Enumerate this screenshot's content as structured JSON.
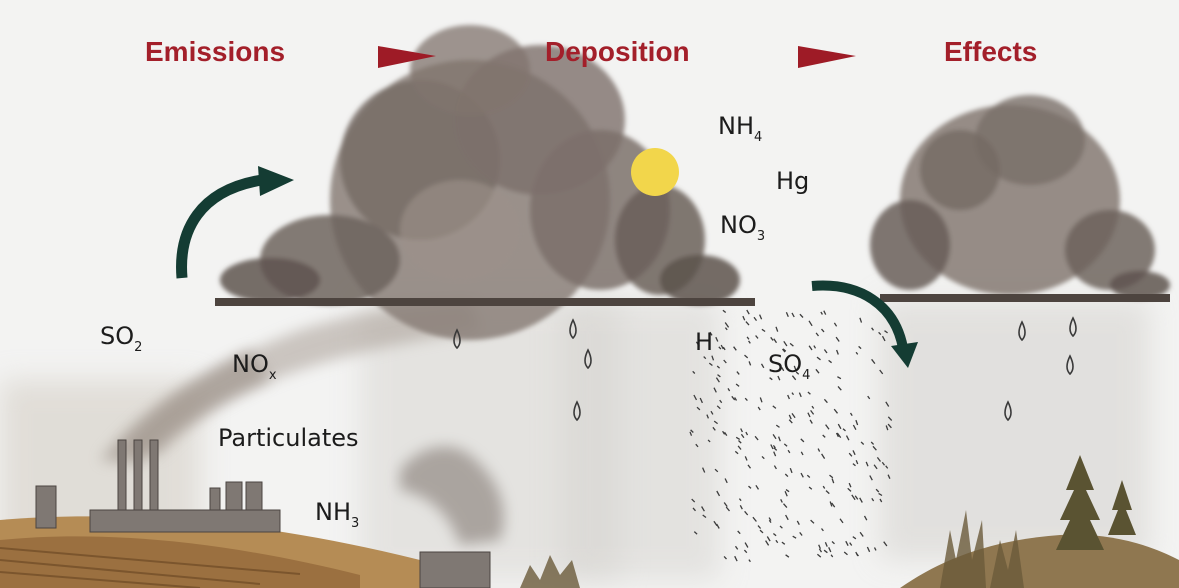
{
  "headings": {
    "emissions": "Emissions",
    "deposition": "Deposition",
    "effects": "Effects"
  },
  "chemicals": {
    "nh4_base": "NH",
    "nh4_sub": "4",
    "hg": "Hg",
    "no3_base": "NO",
    "no3_sub": "3",
    "so2_base": "SO",
    "so2_sub": "2",
    "nox_base": "NO",
    "nox_sub": "x",
    "particulates": "Particulates",
    "nh3_base": "NH",
    "nh3_sub": "3",
    "h": "H",
    "so4_base": "SO",
    "so4_sub": "4"
  },
  "colors": {
    "heading": "#a31f2a",
    "arrow_stage": "#9e1b26",
    "arrow_flow": "#143c33",
    "cloud": "#6e625c",
    "sun": "#f2d64b",
    "text": "#1c1c1c"
  },
  "icons": {
    "stage_arrows": "triangle-right",
    "flow_arrows": "curved-arrow",
    "drops": "raindrop",
    "sources": "smokestack",
    "trees": "conifer"
  }
}
